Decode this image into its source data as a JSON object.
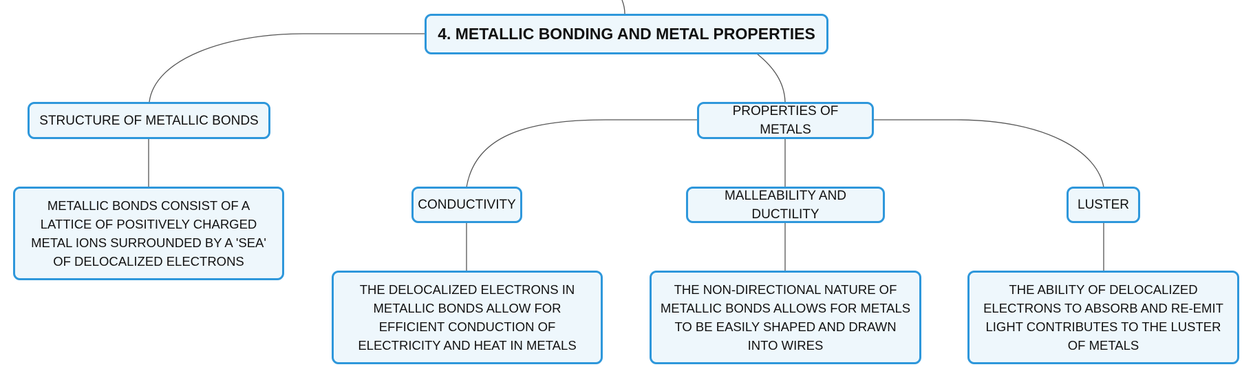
{
  "mindmap": {
    "root": {
      "label": "4. METALLIC BONDING AND METAL PROPERTIES"
    },
    "structure": {
      "label": "STRUCTURE OF METALLIC BONDS",
      "detail": "METALLIC BONDS CONSIST OF A LATTICE OF POSITIVELY CHARGED METAL IONS SURROUNDED BY A 'SEA' OF DELOCALIZED ELECTRONS"
    },
    "properties": {
      "label": "PROPERTIES OF METALS",
      "conductivity": {
        "label": "CONDUCTIVITY",
        "detail": "THE DELOCALIZED ELECTRONS IN METALLIC BONDS ALLOW FOR EFFICIENT CONDUCTION OF ELECTRICITY AND HEAT IN METALS"
      },
      "malleability": {
        "label": "MALLEABILITY AND DUCTILITY",
        "detail": "THE NON-DIRECTIONAL NATURE OF METALLIC BONDS ALLOWS FOR METALS TO BE EASILY SHAPED AND DRAWN INTO WIRES"
      },
      "luster": {
        "label": "LUSTER",
        "detail": "THE ABILITY OF DELOCALIZED ELECTRONS TO ABSORB AND RE-EMIT LIGHT CONTRIBUTES TO THE LUSTER OF METALS"
      }
    }
  },
  "colors": {
    "node_border": "#2e97db",
    "node_fill": "#eef7fc",
    "connector": "#555555"
  }
}
